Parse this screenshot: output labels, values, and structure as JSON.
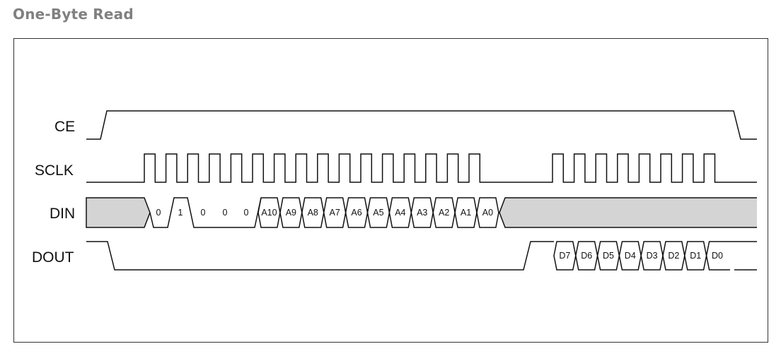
{
  "title": "One-Byte Read",
  "signals": {
    "ce": "CE",
    "sclk": "SCLK",
    "din": "DIN",
    "dout": "DOUT"
  },
  "din_bits": [
    "0",
    "1",
    "0",
    "0",
    "0",
    "A10",
    "A9",
    "A8",
    "A7",
    "A6",
    "A5",
    "A4",
    "A3",
    "A2",
    "A1",
    "A0"
  ],
  "dout_bits": [
    "D7",
    "D6",
    "D5",
    "D4",
    "D3",
    "D2",
    "D1",
    "D0"
  ],
  "colors": {
    "line": "#111111",
    "shade": "#d4d4d4",
    "title": "#808080"
  }
}
